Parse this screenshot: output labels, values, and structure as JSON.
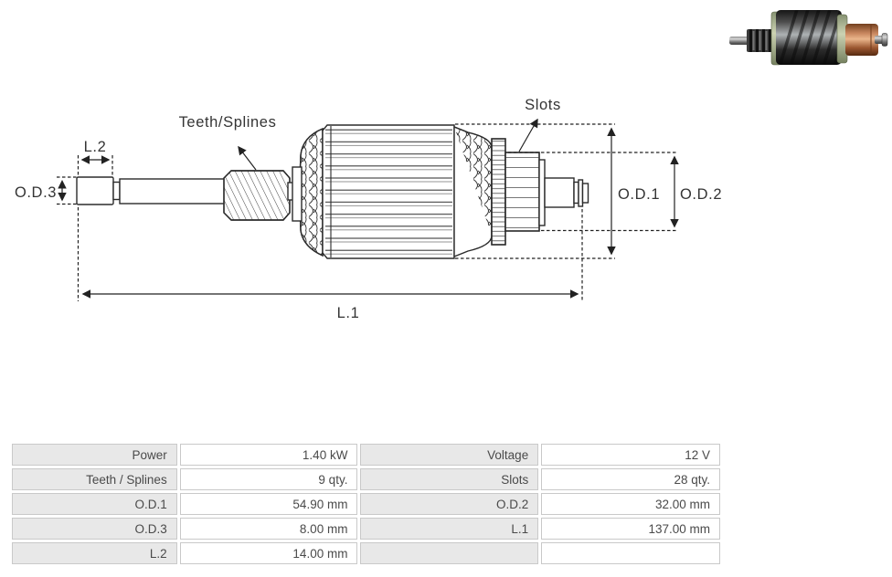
{
  "diagram": {
    "labels": {
      "teeth_splines": "Teeth/Splines",
      "slots": "Slots",
      "l1": "L.1",
      "l2": "L.2",
      "od1": "O.D.1",
      "od2": "O.D.2",
      "od3": "O.D.3"
    }
  },
  "photo": {
    "description": "starter-armature-product-photo"
  },
  "table": {
    "rows": [
      [
        "Power",
        "1.40 kW",
        "Voltage",
        "12 V"
      ],
      [
        "Teeth / Splines",
        "9 qty.",
        "Slots",
        "28 qty."
      ],
      [
        "O.D.1",
        "54.90 mm",
        "O.D.2",
        "32.00 mm"
      ],
      [
        "O.D.3",
        "8.00 mm",
        "L.1",
        "137.00 mm"
      ],
      [
        "L.2",
        "14.00 mm",
        "",
        ""
      ]
    ]
  },
  "colors": {
    "line": "#2b2b2b",
    "dim_line": "#222222",
    "table_label_bg": "#e8e8e8",
    "table_border": "#c9c9c9",
    "table_text": "#4a4a4a",
    "copper": "#c8875f",
    "end_ring_green": "#b9c3a0"
  }
}
